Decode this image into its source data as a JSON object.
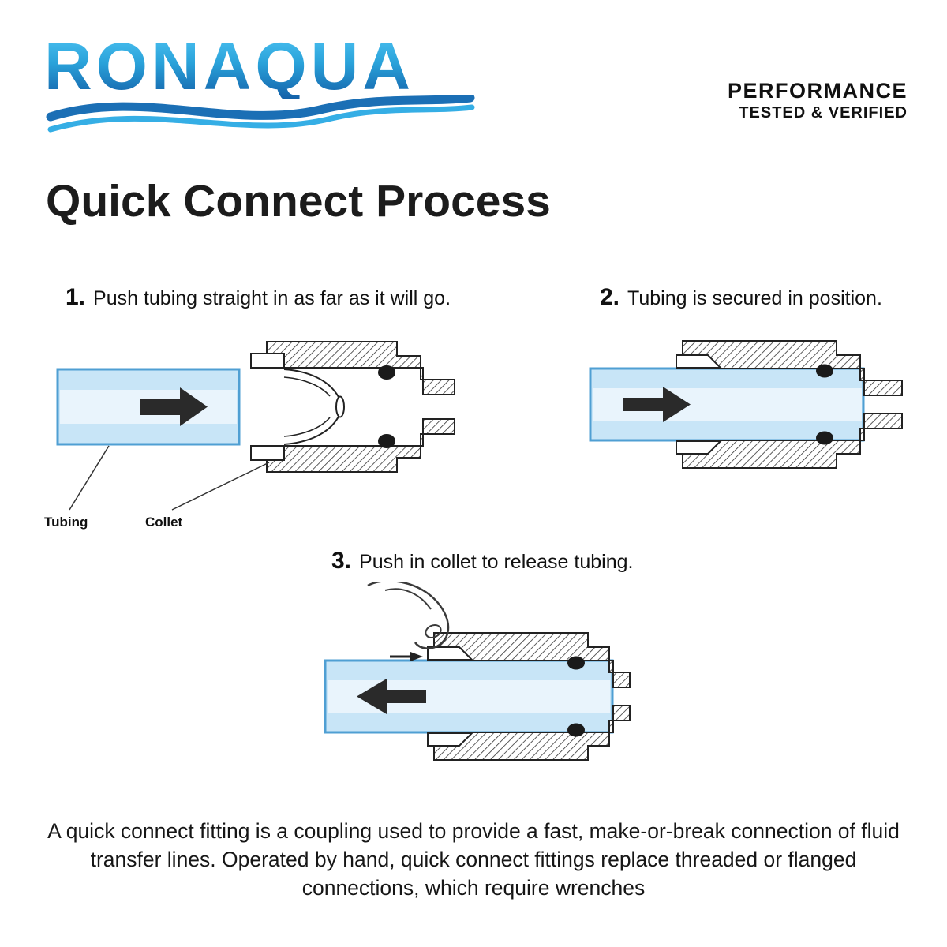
{
  "logo": {
    "text": "RONAQUA"
  },
  "badge": {
    "line1": "PERFORMANCE",
    "line2": "TESTED & VERIFIED"
  },
  "title": "Quick Connect Process",
  "steps": [
    {
      "number": "1.",
      "text": "Push tubing straight in as far as it will go."
    },
    {
      "number": "2.",
      "text": "Tubing is secured in position."
    },
    {
      "number": "3.",
      "text": "Push in collet to release tubing."
    }
  ],
  "diagram_labels": {
    "tubing": "Tubing",
    "collet": "Collet"
  },
  "footer": "A quick connect fitting is a coupling used to provide a fast, make-or-break connection of fluid transfer lines. Operated by hand, quick connect fittings replace threaded or flanged connections, which require wrenches",
  "colors": {
    "tube_fill": "#c8e5f7",
    "tube_bore": "#e9f4fc",
    "tube_stroke": "#4f9fd3",
    "arrow": "#2a2a2a",
    "logo_wave_dark": "#1b6fb5",
    "logo_wave_light": "#35aee5"
  }
}
